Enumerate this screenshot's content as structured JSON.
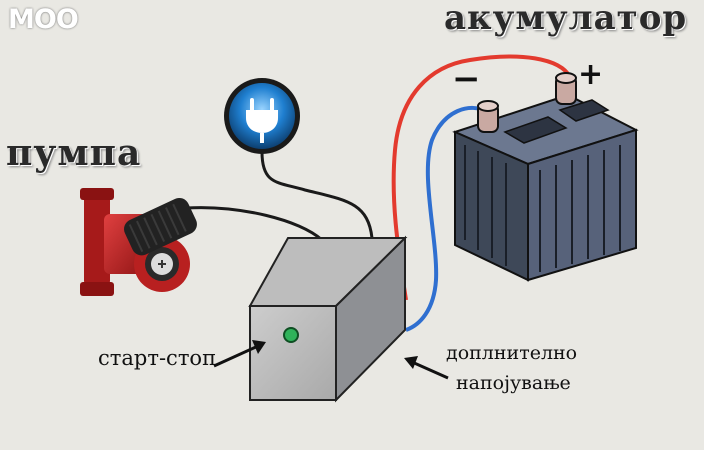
{
  "logo": {
    "text": "MOO"
  },
  "labels": {
    "battery": "акумулатор",
    "pump": "пумпа",
    "start_stop": "старт-стоп",
    "extra_supply_line1": "доплнително",
    "extra_supply_line2": "напојување"
  },
  "terminals": {
    "minus": "−",
    "plus": "+"
  },
  "icons": {
    "power": "power-plug-icon",
    "battery": "battery-icon",
    "pump": "circulation-pump-icon",
    "box": "controller-box-icon"
  },
  "colors": {
    "background": "#e9e8e3",
    "wire_positive": "#e33a2e",
    "wire_negative": "#2f6fd0",
    "wire_signal": "#1a1a1a",
    "led": "#2fb35a",
    "battery_body": "#4a5566",
    "pump_body": "#c62525",
    "plug_button": "#1f7fd0"
  }
}
